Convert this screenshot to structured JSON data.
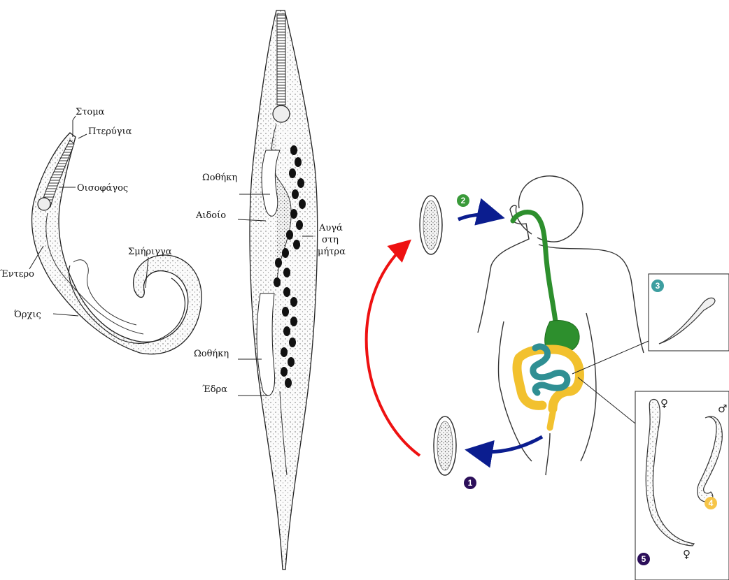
{
  "male_worm": {
    "labels": {
      "mouth": "Στομα",
      "alae": "Πτερύγια",
      "esophagus": "Οισοφάγος",
      "spicule": "Σμήριγγα",
      "intestine": "Έντερο",
      "testis": "Όρχις"
    }
  },
  "female_worm": {
    "labels": {
      "ovary_upper": "Ωοθήκη",
      "vulva": "Αιδοίο",
      "eggs_in_uterus": [
        "Αυγά",
        "στη",
        "μήτρα"
      ],
      "ovary_lower": "Ωοθήκη",
      "anus": "Έδρα"
    }
  },
  "life_cycle": {
    "stages": [
      "1",
      "2",
      "3",
      "4",
      "5"
    ],
    "sex_symbols": {
      "female": "♀",
      "male": "♂"
    },
    "colors": {
      "stage_1": "#2c0f5a",
      "stage_2": "#3a9a3a",
      "stage_3": "#3d9ea0",
      "stage_4": "#f6c548",
      "stage_5": "#2c0f5a",
      "upper_gi": "#2d8f2d",
      "small_intestine": "#2f8f93",
      "large_intestine": "#f2c12e",
      "arrow_blue": "#0b1d8f",
      "arrow_red": "#ee1111"
    }
  }
}
